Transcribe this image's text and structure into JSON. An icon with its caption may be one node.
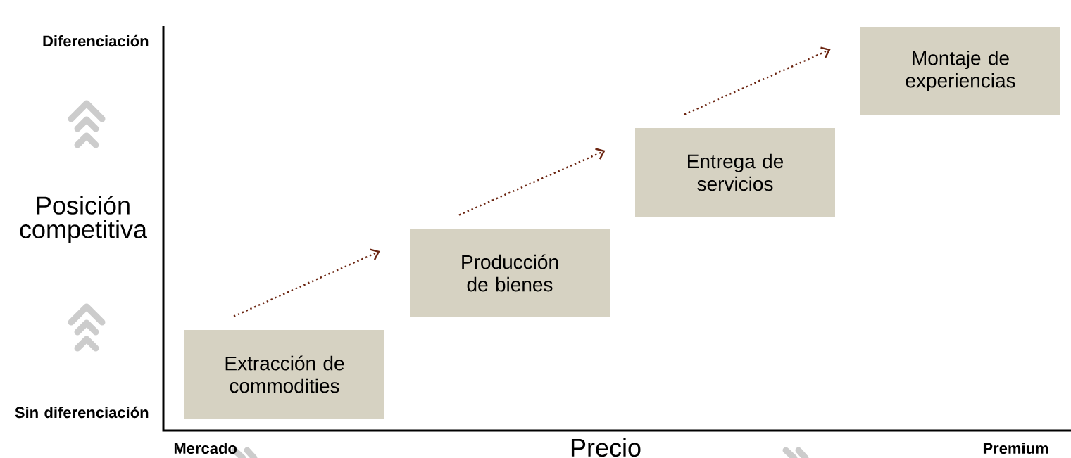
{
  "diagram": {
    "nodes": [
      {
        "text": [
          "Extracción de commodities"
        ]
      },
      {
        "text": [
          "Producción de bienes"
        ]
      },
      {
        "text": [
          "Entrega de servicios"
        ]
      },
      {
        "text": [
          "Montaje de experiencias"
        ]
      }
    ],
    "edges": [
      {
        "from": 0,
        "to": 1,
        "arrow": "to",
        "style": "dashed",
        "color": "#6b2410"
      },
      {
        "from": 1,
        "to": 2,
        "arrow": "to",
        "style": "dashed",
        "color": "#6b2410"
      },
      {
        "from": 2,
        "to": 3,
        "arrow": "to",
        "style": "dashed",
        "color": "#6b2410"
      }
    ],
    "labels": [
      "Diferenciación",
      "Posición competitiva",
      "Sin diferenciación",
      "Mercado",
      "Precio",
      "Premium"
    ]
  }
}
